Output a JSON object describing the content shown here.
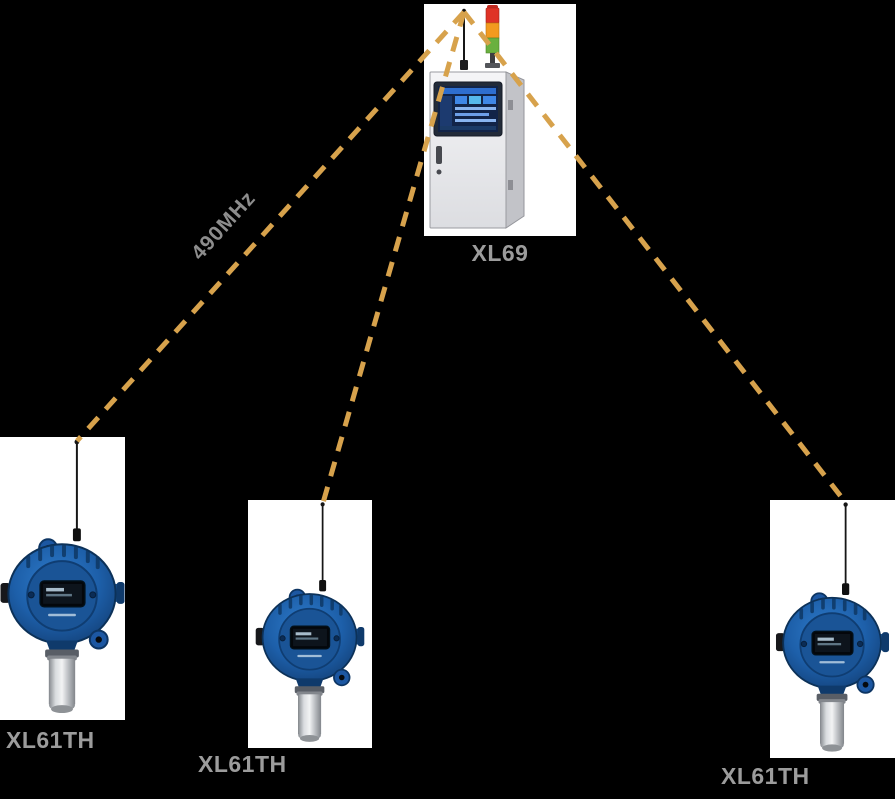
{
  "diagram": {
    "controller": {
      "label": "XL69"
    },
    "detectors": [
      {
        "label": "XL61TH"
      },
      {
        "label": "XL61TH"
      },
      {
        "label": "XL61TH"
      }
    ],
    "links": {
      "frequency_label": "490MHz"
    },
    "colors": {
      "background": "#000000",
      "link_dash": "#d7a24c",
      "device_label": "#9c9c9c",
      "detector_blue": "#1d5fa9",
      "cabinet_gray": "#e7e8ec",
      "stack_red": "#df3326",
      "stack_amber": "#f29a1f",
      "stack_green": "#69b03f"
    }
  }
}
